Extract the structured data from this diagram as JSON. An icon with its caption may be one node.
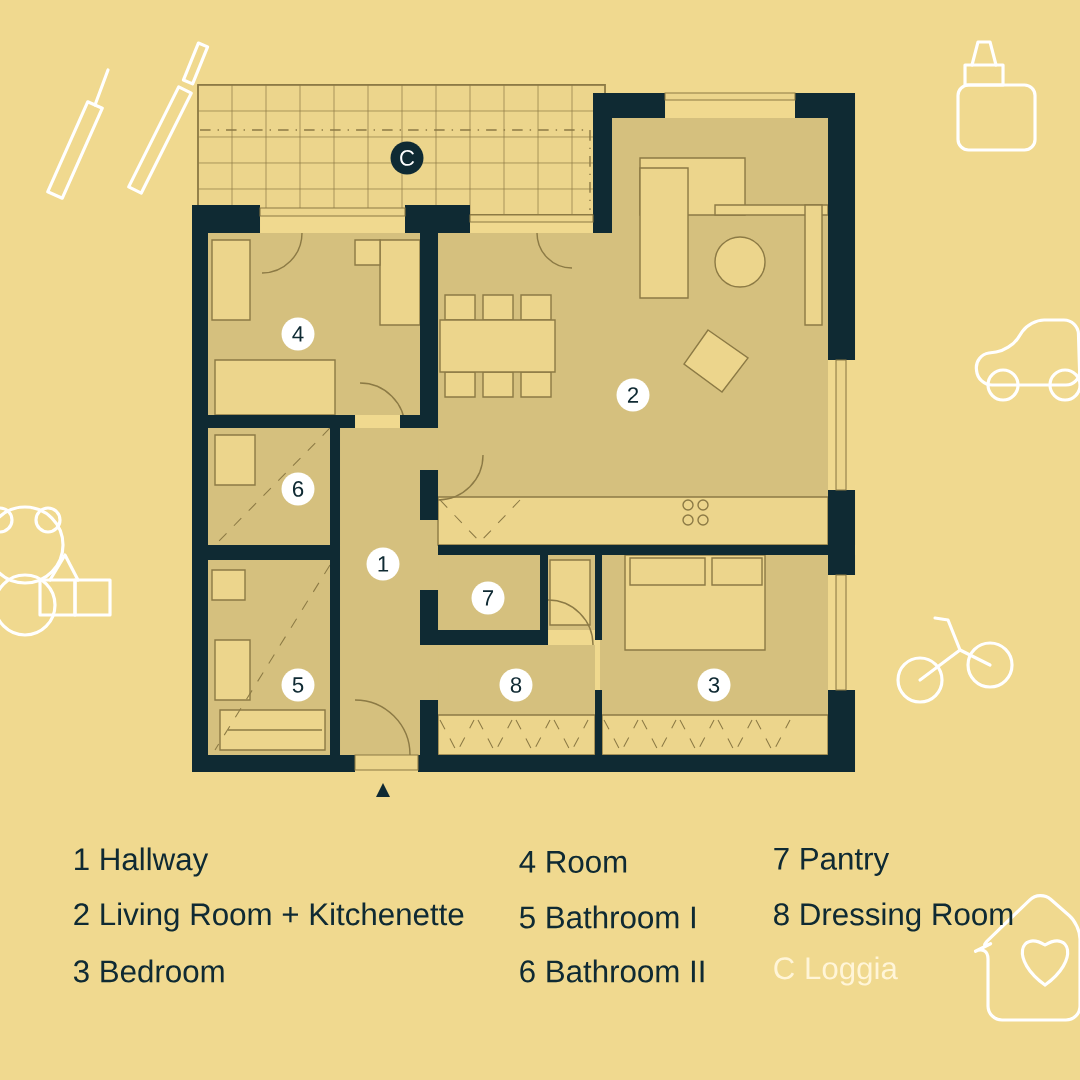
{
  "diagram": {
    "nodes": [
      {
        "text": [
          "C"
        ]
      },
      {
        "text": [
          "4"
        ]
      },
      {
        "text": [
          "2"
        ]
      },
      {
        "text": [
          "6"
        ]
      },
      {
        "text": [
          "1"
        ]
      },
      {
        "text": [
          "7"
        ]
      },
      {
        "text": [
          "5"
        ]
      },
      {
        "text": [
          "8"
        ]
      },
      {
        "text": [
          "3"
        ]
      }
    ],
    "edges": [],
    "labels": [
      "1 Hallway",
      "4 Room",
      "7 Pantry",
      "2 Living Room + Kitchenette",
      "5 Bathroom I",
      "8 Dressing Room",
      "3 Bedroom",
      "6 Bathroom II",
      "C Loggia"
    ]
  }
}
